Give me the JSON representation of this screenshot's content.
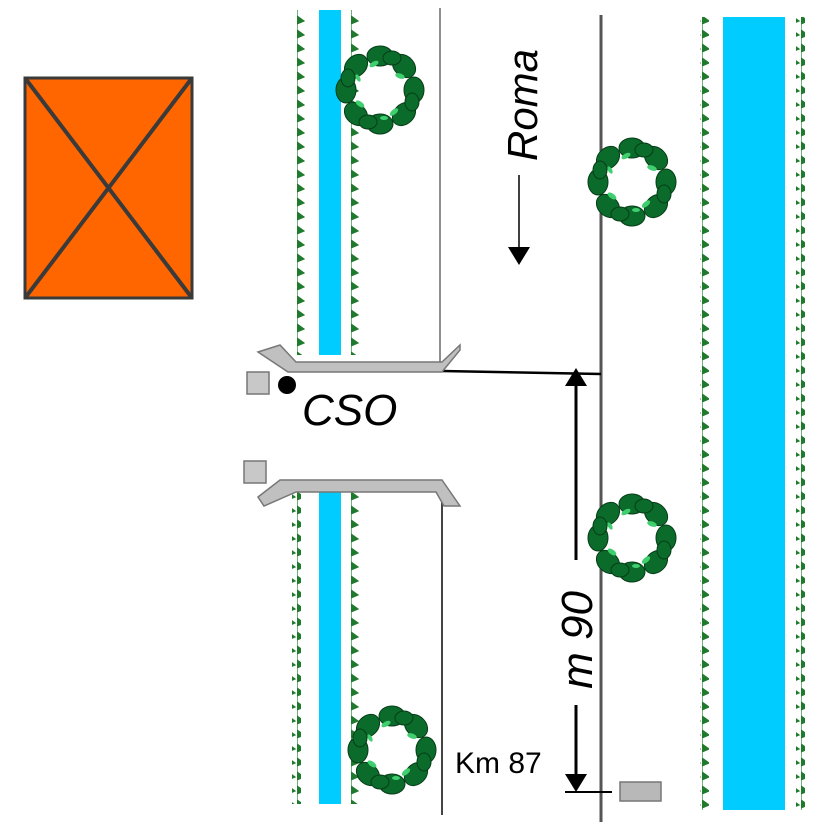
{
  "labels": {
    "direction": "Roma",
    "junction": "CSO",
    "distance": "m 90",
    "milestone": "Km 87"
  },
  "colors": {
    "canal": "#00ccff",
    "building": "#ff6600",
    "grass": "#1f7a2e",
    "tree_dark": "#0b6b2a",
    "tree_light": "#3fcf6f",
    "barrier": "#bfbfbf",
    "line": "#555555"
  },
  "icons": [
    "building-icon",
    "tree-icon",
    "arrow-down-icon",
    "marker-icon"
  ]
}
